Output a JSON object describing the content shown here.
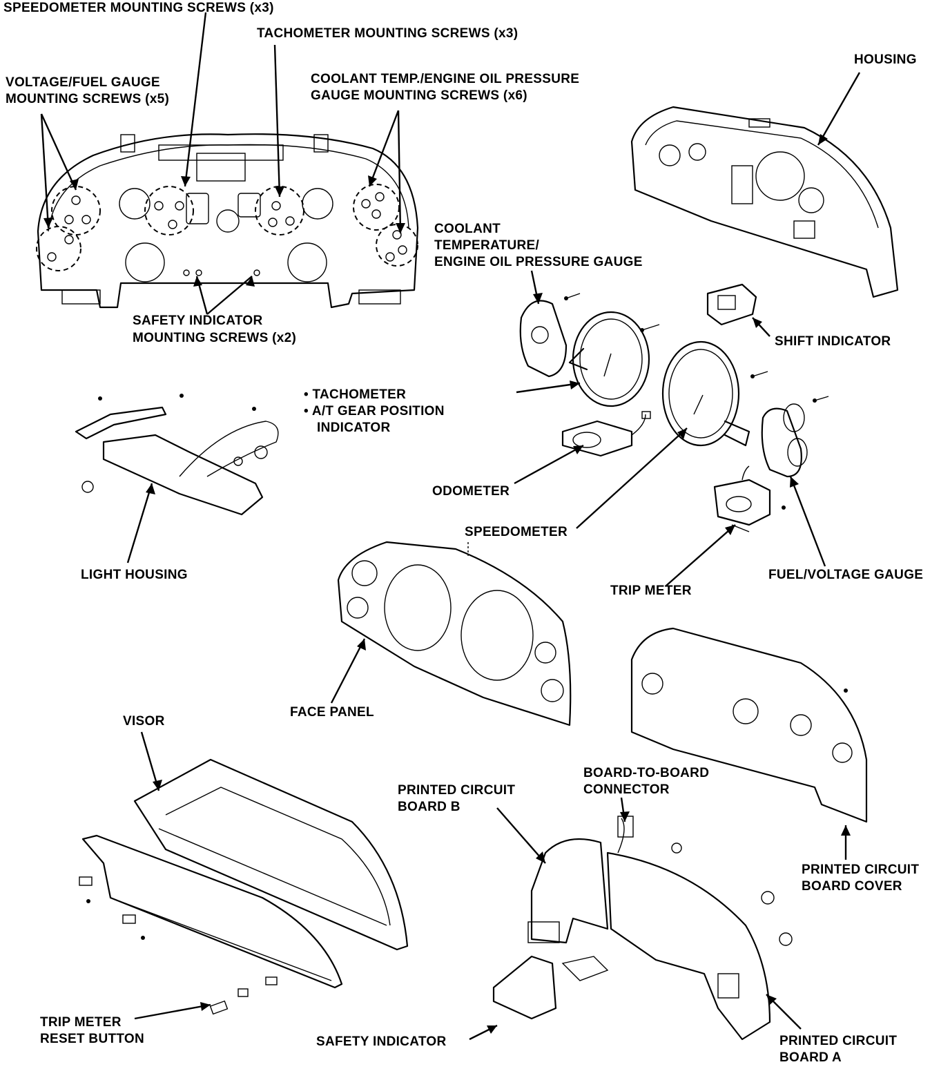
{
  "labels": {
    "speedo_screws": "SPEEDOMETER MOUNTING SCREWS (x3)",
    "tach_screws": "TACHOMETER MOUNTING SCREWS (x3)",
    "voltfuel_screws_1": "VOLTAGE/FUEL GAUGE",
    "voltfuel_screws_2": "MOUNTING SCREWS (x5)",
    "coolant_screws_1": "COOLANT TEMP./ENGINE OIL PRESSURE",
    "coolant_screws_2": "GAUGE MOUNTING SCREWS (x6)",
    "housing": "HOUSING",
    "coolant_gauge_1": "COOLANT",
    "coolant_gauge_2": "TEMPERATURE/",
    "coolant_gauge_3": "ENGINE OIL PRESSURE GAUGE",
    "safety_screws_1": "SAFETY INDICATOR",
    "safety_screws_2": "MOUNTING SCREWS (x2)",
    "shift_indicator": "SHIFT INDICATOR",
    "tach_1": "• TACHOMETER",
    "tach_2": "• A/T GEAR POSITION",
    "tach_3": "INDICATOR",
    "odometer": "ODOMETER",
    "speedometer": "SPEEDOMETER",
    "light_housing": "LIGHT HOUSING",
    "fuel_voltage": "FUEL/VOLTAGE GAUGE",
    "trip_meter": "TRIP METER",
    "face_panel": "FACE PANEL",
    "visor": "VISOR",
    "board_connector_1": "BOARD-TO-BOARD",
    "board_connector_2": "CONNECTOR",
    "pcb_b_1": "PRINTED CIRCUIT",
    "pcb_b_2": "BOARD B",
    "pcb_cover_1": "PRINTED CIRCUIT",
    "pcb_cover_2": "BOARD COVER",
    "trip_reset_1": "TRIP METER",
    "trip_reset_2": "RESET BUTTON",
    "safety_indicator": "SAFETY INDICATOR",
    "pcb_a_1": "PRINTED CIRCUIT",
    "pcb_a_2": "BOARD A"
  }
}
